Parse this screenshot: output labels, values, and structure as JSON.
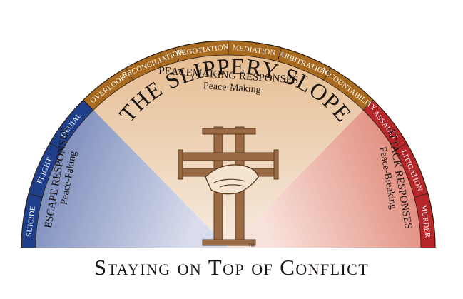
{
  "diagram": {
    "title": "THE SLIPPERY SLOPE",
    "trademark": "TM",
    "footer": "Staying on Top of Conflict",
    "colors": {
      "escape_band": "#1f3f8a",
      "peacemaking_band": "#a86a1e",
      "attack_band": "#b6272a",
      "escape_fill": "#6b7fb5",
      "peacemaking_fill": "#e9c7a0",
      "attack_fill": "#e08576",
      "cross": "#9a6a45"
    },
    "escape": {
      "title": "ESCAPE RESPONSES",
      "subtitle": "Peace-Faking",
      "items": [
        "SUICIDE",
        "FLIGHT",
        "DENIAL"
      ]
    },
    "peacemaking": {
      "title": "PEACEMAKING RESPONSES",
      "subtitle": "Peace-Making",
      "items": [
        "OVERLOOK",
        "RECONCILIATION",
        "NEGOTIATION",
        "MEDIATION",
        "ARBITRATION",
        "ACCOUNTABILITY"
      ]
    },
    "attack": {
      "title": "ATTACK RESPONSES",
      "subtitle": "Peace-Breaking",
      "items": [
        "ASSAULT",
        "LITIGATION",
        "MURDER"
      ]
    }
  }
}
